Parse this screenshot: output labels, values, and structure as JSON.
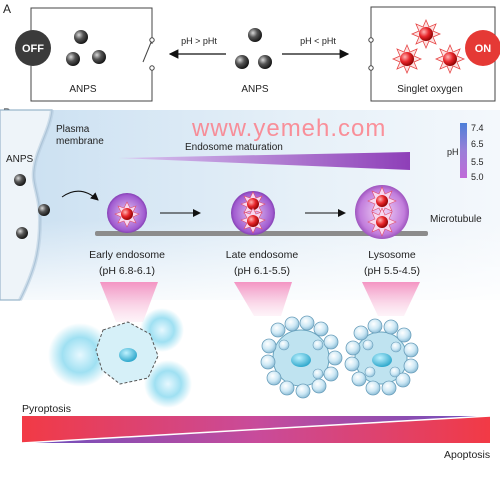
{
  "panel_a": {
    "label": "A",
    "off_label": "OFF",
    "on_label": "ON",
    "left_box_caption": "ANPS",
    "center_caption": "ANPS",
    "right_box_caption": "Singlet oxygen",
    "arrow_left_label": "pH > pHt",
    "arrow_right_label": "pH < pHt"
  },
  "panel_b": {
    "label": "B",
    "anps_label": "ANPS",
    "plasma_membrane_label": "Plasma\nmembrane",
    "endosome_maturation_label": "Endosome maturation",
    "microtubule_label": "Microtubule",
    "ph_scale": {
      "title": "pH",
      "ticks": [
        "7.4",
        "6.5",
        "5.5",
        "5.0"
      ]
    },
    "stages": [
      {
        "name": "Early endosome",
        "ph_range": "(pH 6.8-6.1)"
      },
      {
        "name": "Late endosome",
        "ph_range": "(pH 6.1-5.5)"
      },
      {
        "name": "Lysosome",
        "ph_range": "(pH 5.5-4.5)"
      }
    ],
    "pyroptosis_label": "Pyroptosis",
    "apoptosis_label": "Apoptosis"
  },
  "watermark_text": "www.yemeh.com",
  "colors": {
    "off_dark": "#3b3b3b",
    "on_red": "#e53935",
    "endosome_purple": "#8e44ad",
    "cell_blue": "#8fd3ea",
    "gradient_red": "#ee3b3b",
    "gradient_purple": "#6b4fbf",
    "watermark": "#ff6f7a"
  }
}
